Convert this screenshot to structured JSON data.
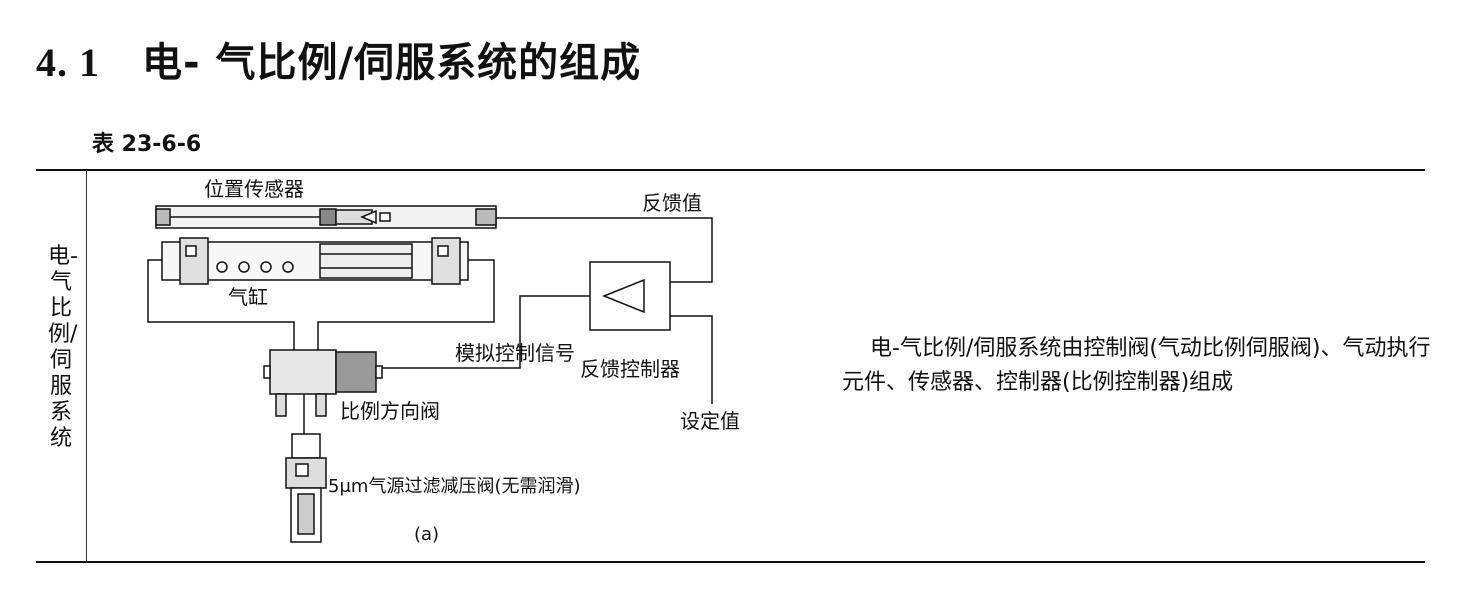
{
  "section": {
    "number": "4. 1",
    "title": "电- 气比例/伺服系统的组成"
  },
  "table_caption": "表 23-6-6",
  "row": {
    "label": "电-气比例/伺服系统",
    "description": "电-气比例/伺服系统由控制阀(气动比例伺服阀)、气动执行元件、传感器、控制器(比例控制器)组成"
  },
  "diagram": {
    "labels": {
      "position_sensor": "位置传感器",
      "feedback_value": "反馈值",
      "cylinder": "气缸",
      "analog_signal": "模拟控制信号",
      "feedback_controller": "反馈控制器",
      "proportional_valve": "比例方向阀",
      "set_value": "设定值",
      "filter_regulator": "5μm气源过滤减压阀(无需润滑)",
      "subfigure": "(a)"
    }
  }
}
